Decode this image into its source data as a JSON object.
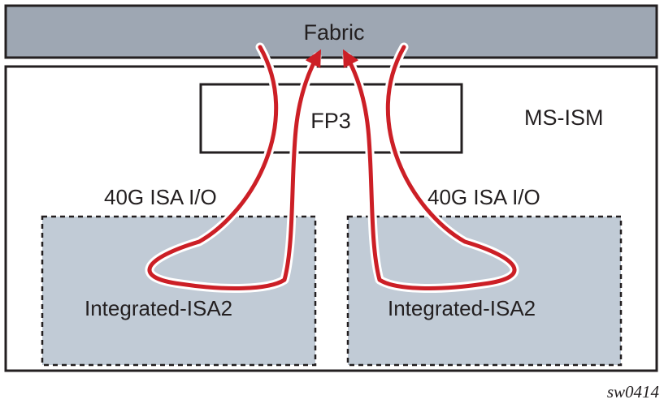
{
  "fabric": {
    "label": "Fabric"
  },
  "module": {
    "label": "MS-ISM",
    "forwarding_plane": {
      "label": "FP3"
    },
    "isa_blocks": [
      {
        "io_label": "40G ISA I/O",
        "label": "Integrated-ISA2"
      },
      {
        "io_label": "40G ISA I/O",
        "label": "Integrated-ISA2"
      }
    ]
  },
  "figure_id": "sw0414",
  "colors": {
    "fabric_fill": "#9ea7b3",
    "isa_fill": "#c1cbd6",
    "loop_stroke": "#cc1f26",
    "outline": "#231f20"
  }
}
